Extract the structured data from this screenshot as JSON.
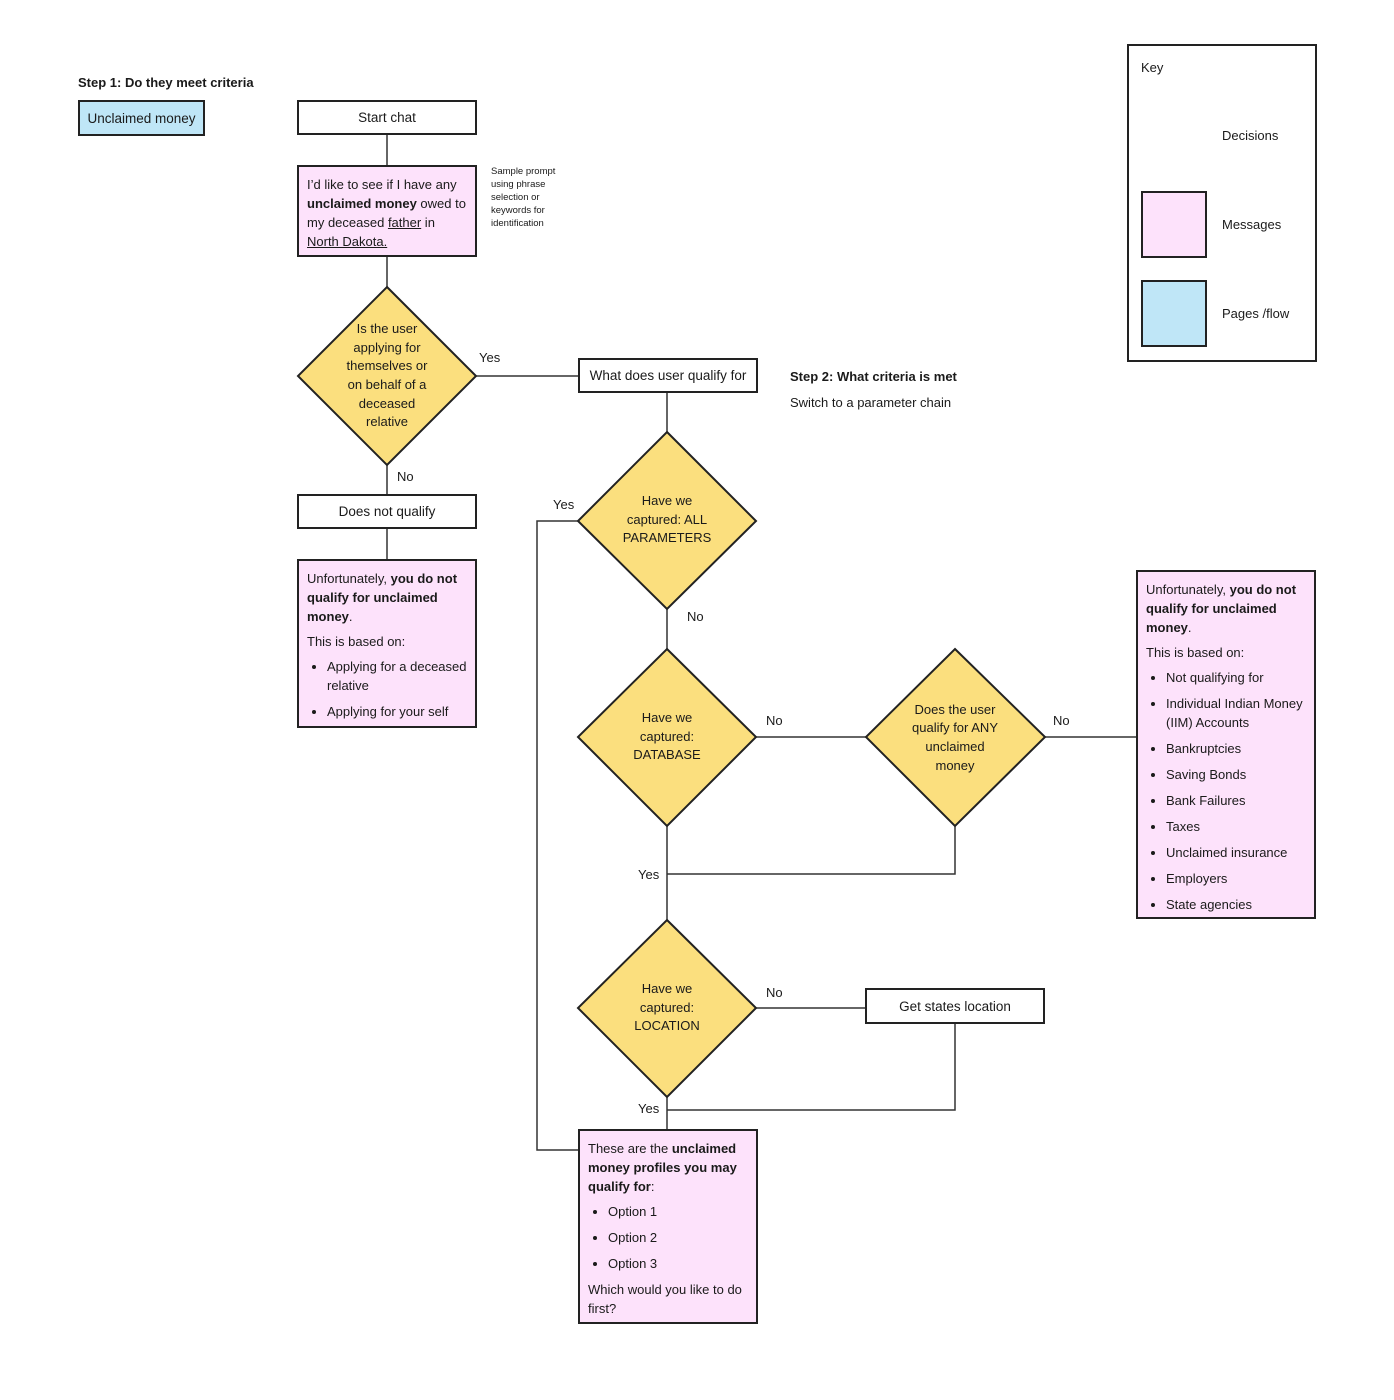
{
  "step1": {
    "title": "Step 1: Do they meet criteria"
  },
  "step2": {
    "title": "Step 2: What criteria is met",
    "subtitle": "Switch to a parameter chain"
  },
  "nodes": {
    "unclaimed_money": "Unclaimed money",
    "start_chat": "Start chat",
    "sample_prompt": {
      "part1": "I’d like to see if I have any ",
      "bold1": "unclaimed money",
      "part2": " owed to my deceased ",
      "link1": "father",
      "part3": " in ",
      "link2": "North Dakota."
    },
    "sample_note": "Sample prompt using phrase selection or keywords for identification",
    "decision_self_or_relative": "Is the user applying for themselves or on behalf of a deceased relative",
    "does_not_qualify": "Does not qualify",
    "not_qualify_msg": {
      "intro": "Unfortunately, ",
      "bold": "you do not qualify for unclaimed money",
      "end": ".",
      "based_on": "This is based on:",
      "items": [
        "Applying for a deceased relative",
        "Applying for your self"
      ]
    },
    "what_qualify": "What does user qualify for",
    "decision_all_params": "Have we captured: ALL PARAMETERS",
    "decision_database": "Have we captured: DATABASE",
    "decision_any": "Does the user qualify for ANY unclaimed money",
    "not_qualify_msg2": {
      "intro": "Unfortunately, ",
      "bold": "you do not qualify for unclaimed money",
      "end": ".",
      "based_on": "This is based on:",
      "items": [
        "Not qualifying for",
        "Individual Indian Money (IIM) Accounts",
        "Bankruptcies",
        "Saving Bonds",
        "Bank Failures",
        "Taxes",
        "Unclaimed insurance",
        "Employers",
        "State agencies"
      ]
    },
    "decision_location": "Have we captured: LOCATION",
    "get_location": "Get states location",
    "profiles_msg": {
      "intro": "These are the ",
      "bold": "unclaimed money profiles you may qualify for",
      "end": ":",
      "items": [
        "Option 1",
        "Option 2",
        "Option 3"
      ],
      "question": "Which would you like to do first?"
    }
  },
  "edges": {
    "yes": "Yes",
    "no": "No"
  },
  "key": {
    "title": "Key",
    "decisions": "Decisions",
    "messages": "Messages",
    "pages": "Pages /flow"
  },
  "colors": {
    "decision_fill": "#fbdf7e",
    "message_fill": "#fde2fb",
    "page_fill": "#bfe6f7",
    "stroke": "#222222",
    "line": "#333333"
  }
}
